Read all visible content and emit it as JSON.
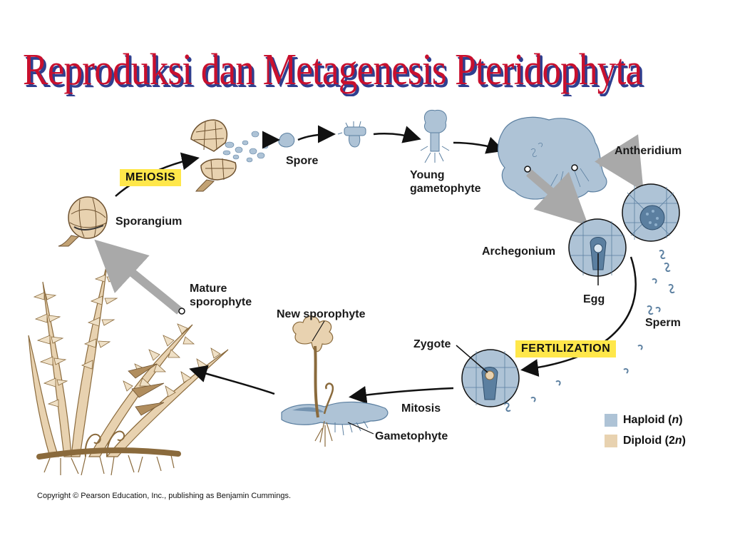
{
  "title": "Reproduksi dan Metagenesis Pteridophyta",
  "labels": {
    "spore": "Spore",
    "young_gametophyte_line1": "Young",
    "young_gametophyte_line2": "gametophyte",
    "antheridium": "Antheridium",
    "archegonium": "Archegonium",
    "egg": "Egg",
    "sperm": "Sperm",
    "sporangium": "Sporangium",
    "mature_sporophyte_line1": "Mature",
    "mature_sporophyte_line2": "sporophyte",
    "new_sporophyte": "New sporophyte",
    "zygote": "Zygote",
    "mitosis": "Mitosis",
    "gametophyte": "Gametophyte"
  },
  "stages": {
    "meiosis": "MEIOSIS",
    "fertilization": "FERTILIZATION"
  },
  "legend": [
    {
      "label_prefix": "Haploid (",
      "label_italic": "n",
      "label_suffix": ")",
      "color": "#aec3d6"
    },
    {
      "label_prefix": "Diploid (2",
      "label_italic": "n",
      "label_suffix": ")",
      "color": "#e8d2b0"
    }
  ],
  "copyright": "Copyright © Pearson Education, Inc., publishing as Benjamin Cummings.",
  "colors": {
    "haploid": "#aec3d6",
    "haploid_dark": "#5b7fa0",
    "diploid": "#e8d2b0",
    "diploid_dark": "#8a6a3c",
    "arrow_gray": "#a9a9a9",
    "tag_yellow": "#ffe74a",
    "title_red": "#c8102e",
    "title_shadow": "#2f3f8f"
  }
}
